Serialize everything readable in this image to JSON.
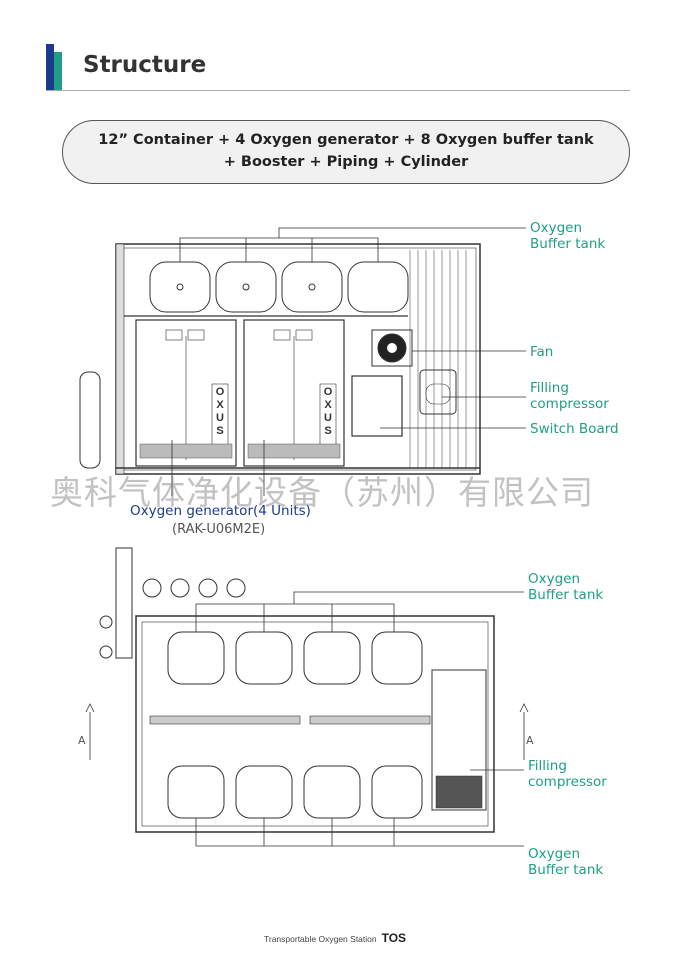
{
  "header": {
    "title": "Structure"
  },
  "summary": {
    "line1": "12” Container + 4 Oxygen generator + 8 Oxygen buffer tank",
    "line2": "+   Booster + Piping + Cylinder"
  },
  "top_view": {
    "buffer_tank_label_1": "Oxygen",
    "buffer_tank_label_2": "Buffer tank",
    "fan_label": "Fan",
    "filling_label_1": "Filling",
    "filling_label_2": "compressor",
    "switch_board_label": "Switch Board",
    "generator_label": "Oxygen generator(4 Units)",
    "generator_model": "(RAK-U06M2E)",
    "generator_brand_text": "OXUS"
  },
  "bottom_view": {
    "buffer_tank_top_label_1": "Oxygen",
    "buffer_tank_top_label_2": "Buffer tank",
    "filling_label_1": "Filling",
    "filling_label_2": "compressor",
    "buffer_tank_bottom_label_1": "Oxygen",
    "buffer_tank_bottom_label_2": "Buffer tank",
    "section_mark": "A"
  },
  "watermark": "奥科气体净化设备（苏州）有限公司",
  "footer": {
    "caption": "Transportable Oxygen Station",
    "code": "TOS"
  },
  "colors": {
    "accent_teal": "#1e9e84",
    "accent_blue": "#1b3a8c"
  }
}
